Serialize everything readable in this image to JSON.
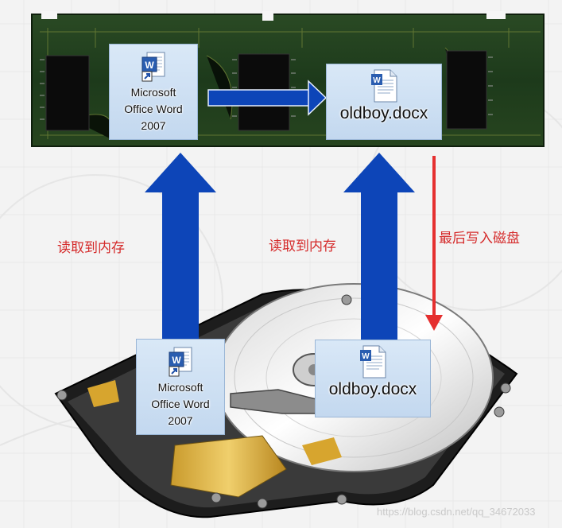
{
  "images": {
    "ram_stick": "memory-module",
    "hard_disk": "hard-disk-drive"
  },
  "tiles": {
    "ram_word_app": {
      "label": "Microsoft\nOffice Word\n2007",
      "icon": "word-shortcut-icon"
    },
    "ram_doc_file": {
      "label": "oldboy.docx",
      "icon": "word-document-icon"
    },
    "disk_word_app": {
      "label": "Microsoft\nOffice Word\n2007",
      "icon": "word-shortcut-icon"
    },
    "disk_doc_file": {
      "label": "oldboy.docx",
      "icon": "word-document-icon"
    }
  },
  "captions": {
    "read_into_memory_left": "读取到内存",
    "read_into_memory_right": "读取到内存",
    "write_to_disk": "最后写入磁盘"
  },
  "colors": {
    "up_arrow": "#0d45b8",
    "write_arrow": "#e53030",
    "caption_text": "#d52b2b",
    "tile_bg": "#c9dcf1"
  },
  "watermark": "https://blog.csdn.net/qq_34672033"
}
